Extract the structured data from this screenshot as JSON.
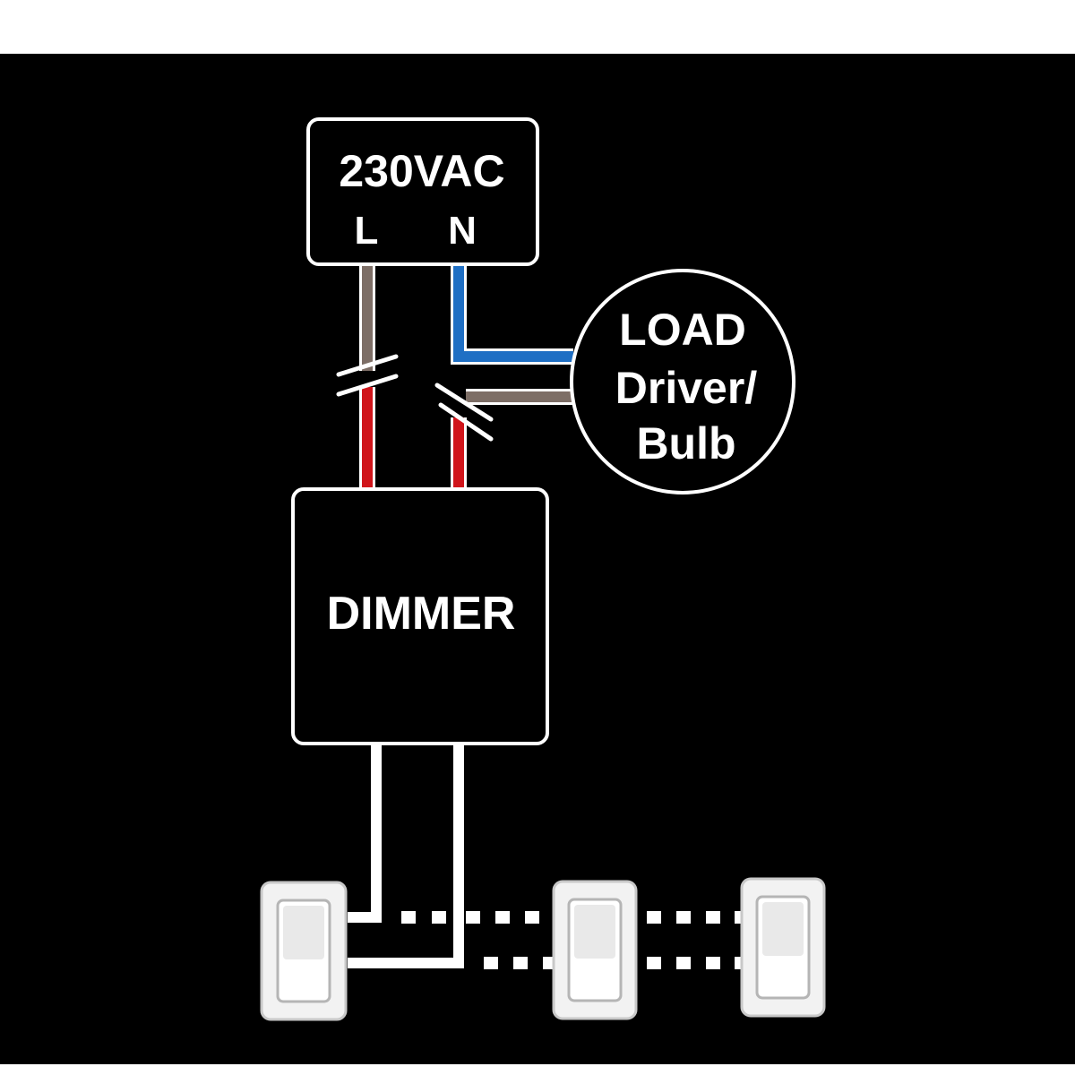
{
  "power_supply": {
    "voltage_label": "230VAC",
    "live_label": "L",
    "neutral_label": "N"
  },
  "load": {
    "line1": "LOAD",
    "line2": "Driver/",
    "line3": "Bulb"
  },
  "dimmer": {
    "label": "DIMMER"
  },
  "colors": {
    "background": "#000000",
    "wire_live": "#7d6e66",
    "wire_neutral": "#1f6fc4",
    "wire_switched": "#d0151b",
    "wire_control": "#ffffff",
    "box_border": "#ffffff"
  },
  "switch_count": 3
}
